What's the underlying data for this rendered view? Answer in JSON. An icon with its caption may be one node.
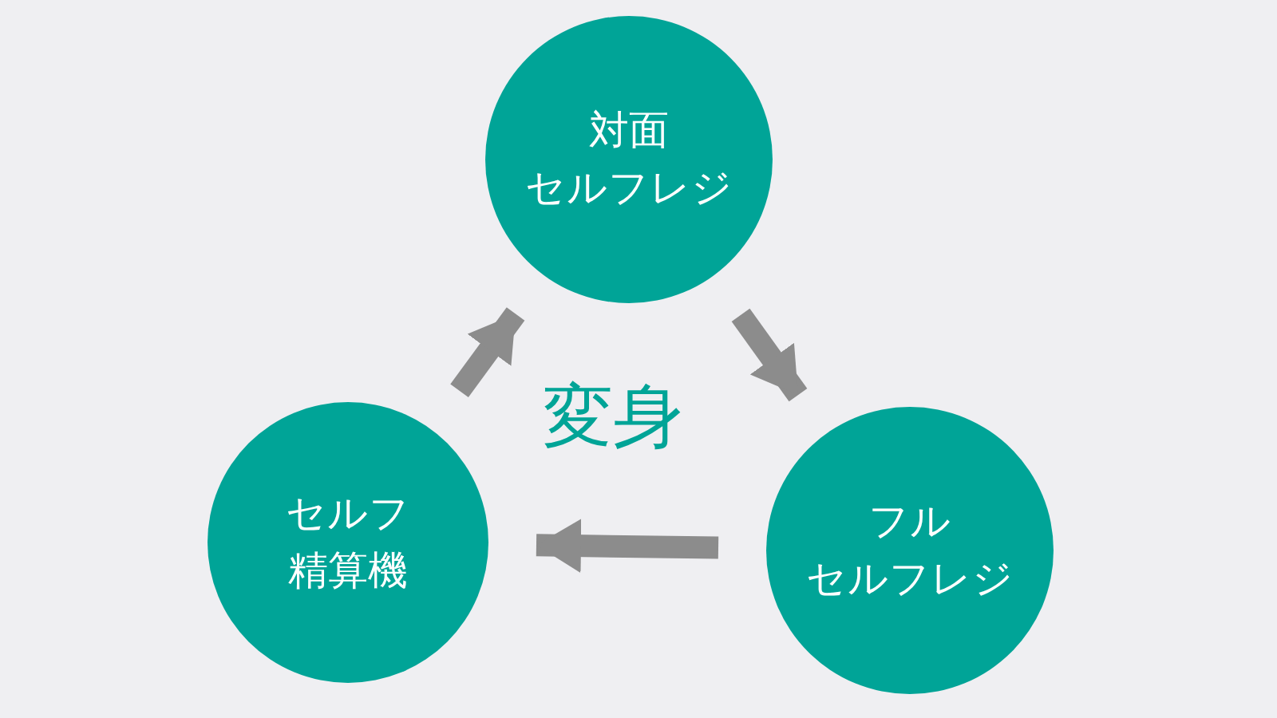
{
  "diagram": {
    "nodes": [
      {
        "text": [
          "対面セルフレジ"
        ]
      },
      {
        "text": [
          "セルフ精算機"
        ]
      },
      {
        "text": [
          "フルセルフレジ"
        ]
      }
    ],
    "edges": [
      {
        "from": 0,
        "to": 2,
        "arrow": "to"
      },
      {
        "from": 2,
        "to": 1,
        "arrow": "to"
      },
      {
        "from": 1,
        "to": 0,
        "arrow": "to"
      }
    ],
    "labels": [
      "変身"
    ]
  }
}
